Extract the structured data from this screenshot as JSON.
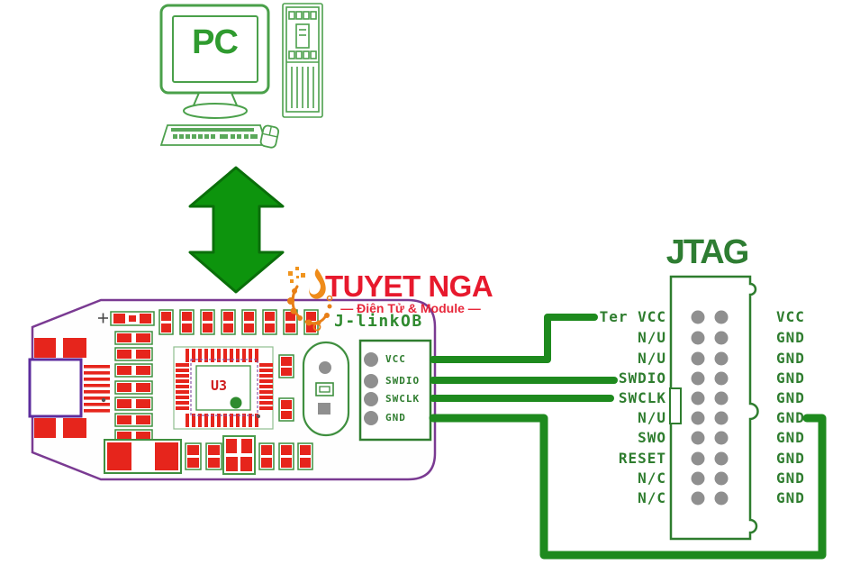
{
  "pc": {
    "label": "PC"
  },
  "watermark": {
    "title": "TUYET NGA",
    "subtitle": "— Điện Tử & Module —"
  },
  "board": {
    "name": "J-linkOB",
    "chip_label": "U3",
    "pins": [
      "VCC",
      "SWDIO",
      "SWCLK",
      "GND"
    ]
  },
  "jtag": {
    "title": "JTAG",
    "left_pins": [
      "Ter VCC",
      "N/U",
      "N/U",
      "SWDIO",
      "SWCLK",
      "N/U",
      "SWO",
      "RESET",
      "N/C",
      "N/C"
    ],
    "right_pins": [
      "VCC",
      "GND",
      "GND",
      "GND",
      "GND",
      "GND",
      "GND",
      "GND",
      "GND",
      "GND"
    ]
  },
  "colors": {
    "wire_green": "#1e8a1e",
    "silkscreen_green": "#2f7d2f",
    "pc_green": "#4aa04a",
    "board_outline_purple": "#7a3a92",
    "component_red": "#e6251c",
    "pin_gray": "#8f8f8f",
    "watermark_red": "#e7192d",
    "watermark_orange": "#f0941e"
  }
}
